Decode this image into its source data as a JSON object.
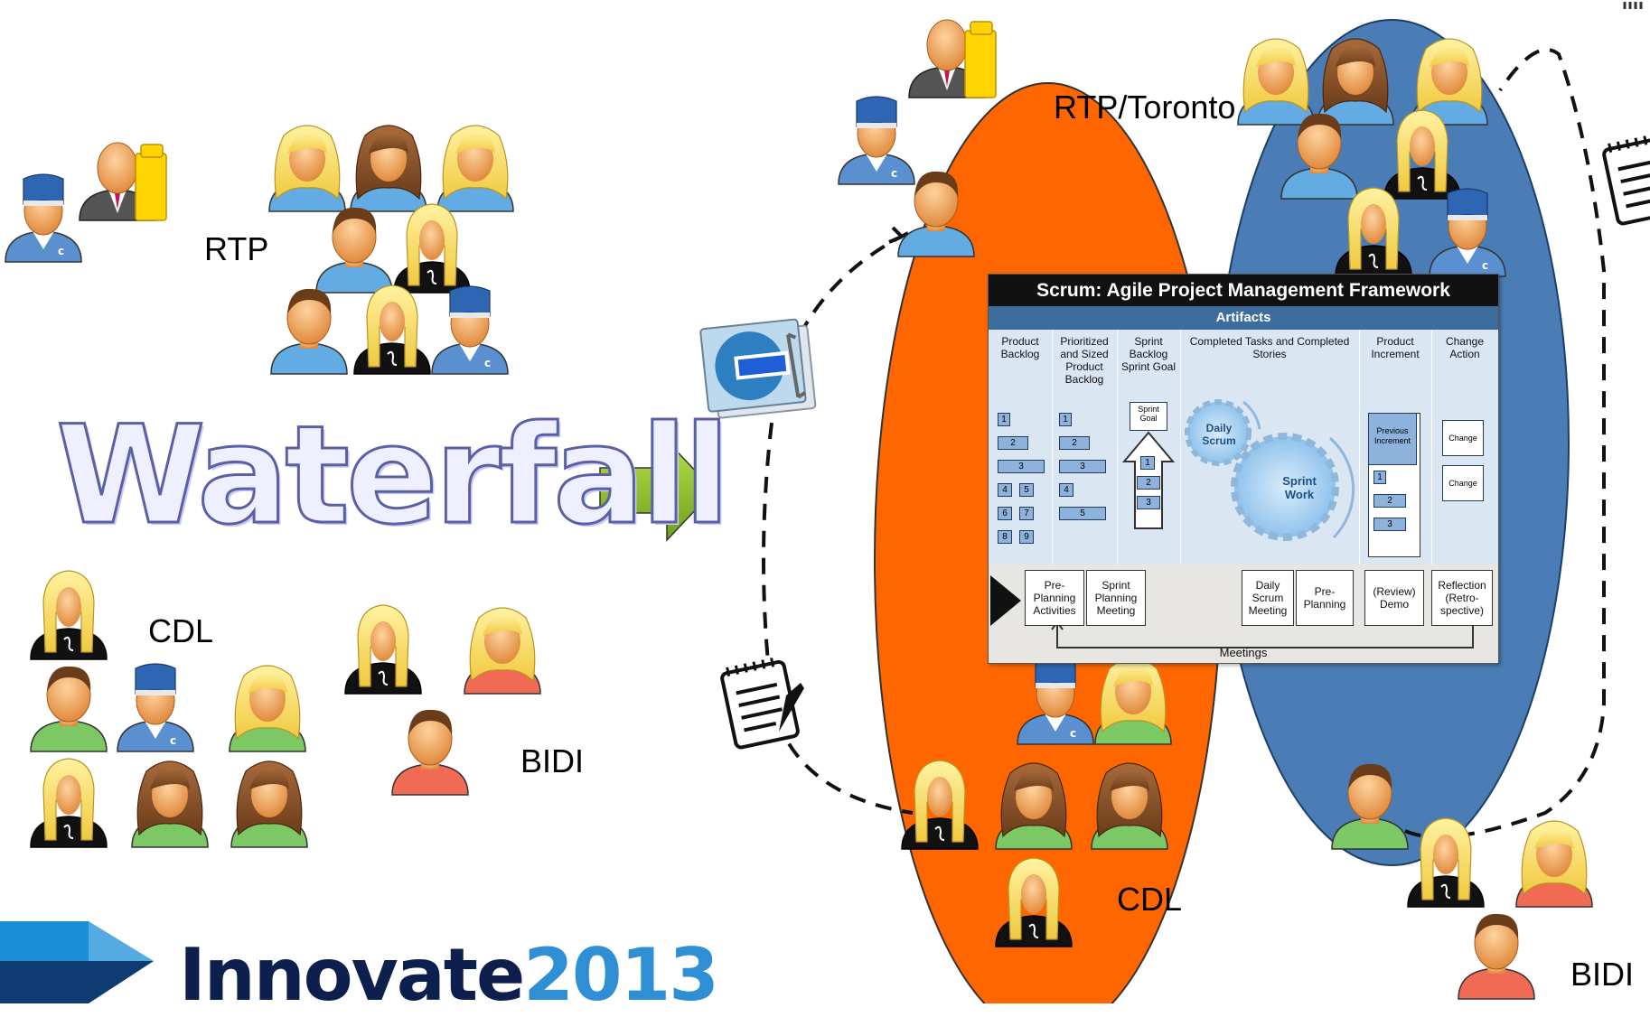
{
  "slide": {
    "waterfall_word": "Waterfall",
    "locations": {
      "rtp": "RTP",
      "cdl_left": "CDL",
      "bidi_left": "BIDI",
      "rtp_toronto": "RTP/Toronto",
      "cdl_right": "CDL",
      "bidi_right": "BIDI"
    },
    "logo": {
      "text_main": "Innovate",
      "text_year": "2013"
    },
    "colors": {
      "orange_team": "#ff6600",
      "blue_team": "#4a7db5",
      "arrow": "#8ac11d",
      "innovate_blue": "#2f8fd4",
      "innovate_navy": "#0d1f4c"
    }
  },
  "scrum_panel": {
    "title": "Scrum: Agile Project Management Framework",
    "artifacts_label": "Artifacts",
    "columns": {
      "product_backlog": "Product Backlog",
      "prioritized": "Prioritized and Sized Product Backlog",
      "sprint_backlog": "Sprint Backlog Sprint Goal",
      "completed": "Completed Tasks and Completed Stories",
      "product_increment": "Product Increment",
      "change_action": "Change Action"
    },
    "sprint_goal": "Sprint Goal",
    "daily_scrum": "Daily Scrum",
    "sprint_work": "Sprint Work",
    "previous_increment": "Previous Increment",
    "change_box_1": "Change",
    "change_box_2": "Change",
    "backlog_items": [
      "1",
      "2",
      "3",
      "4",
      "5",
      "6",
      "7",
      "8",
      "9"
    ],
    "prioritized_items": [
      "1",
      "2",
      "3",
      "4",
      "5"
    ],
    "sprint_items": [
      "1",
      "2",
      "3"
    ],
    "increment_items": [
      "1",
      "2",
      "3"
    ],
    "meetings": {
      "pre_planning_activities": "Pre-Planning Activities",
      "sprint_planning": "Sprint Planning Meeting",
      "daily_scrum_meeting": "Daily Scrum Meeting",
      "pre_planning": "Pre-Planning",
      "review_demo": "(Review) Demo",
      "reflection": "Reflection (Retro-spective)"
    },
    "meetings_label": "Meetings"
  }
}
